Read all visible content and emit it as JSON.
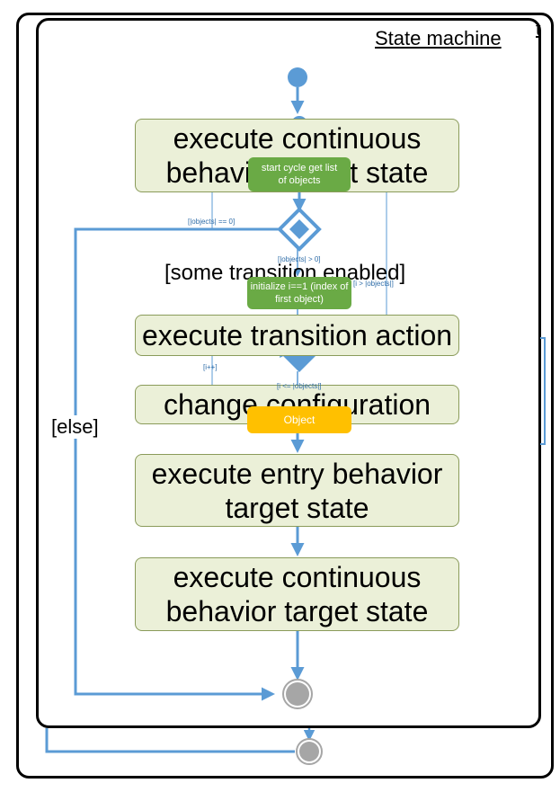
{
  "diagram": {
    "outer_title": "t",
    "inner_title": "State machine",
    "actions": {
      "continuous_1": "execute continuous behavior target state",
      "transition_action": "execute transition action",
      "change_config": "change configuration",
      "entry_behavior": "execute entry behavior target state",
      "continuous_2": "execute continuous behavior target state"
    },
    "notes": {
      "start_cycle": "start cycle get list of objects",
      "init_i": "initialize i==1 (index of first object)",
      "object": "Object"
    },
    "guards": {
      "objects_zero": "[|objects| == 0]",
      "objects_pos": "[|objects| > 0]",
      "i_gt": "[i > |objects|]",
      "i_inc": "[i++]",
      "i_le": "[i <= |objects|]",
      "some_enabled": "[some transition enabled]",
      "else": "[else]"
    },
    "colors": {
      "flow": "#5b9bd5",
      "action_fill": "#ebf0d8",
      "note_green": "#6aaa45",
      "note_orange": "#ffc000",
      "final_node": "#a6a6a6"
    }
  }
}
